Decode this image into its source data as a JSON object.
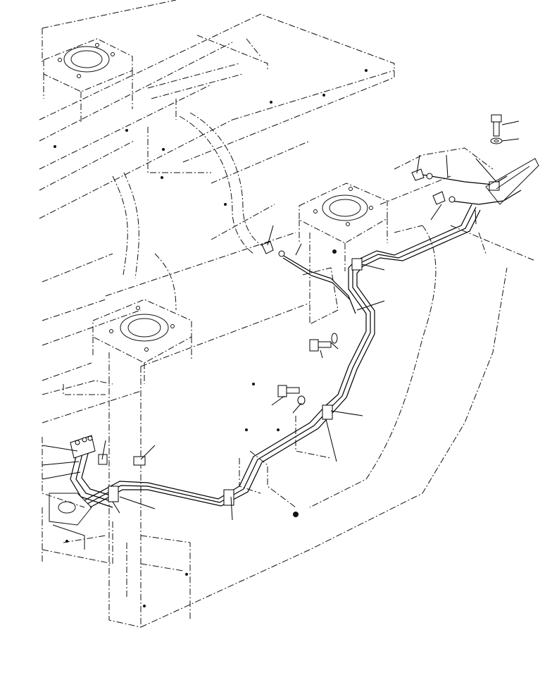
{
  "diagram": {
    "kind": "exploded parts illustration",
    "style": "monochrome line art",
    "line_color": "#000000",
    "background": "#ffffff",
    "components": [
      "frame-structure",
      "upper-pillow-block",
      "middle-pillow-block",
      "left-pillow-block",
      "hydraulic-tube-assembly",
      "tube-clamps",
      "bolts-and-washers",
      "elbow-fittings",
      "left-manifold-block",
      "right-bracket-plate"
    ],
    "callout_count": 22,
    "text_labels_visible": false
  }
}
